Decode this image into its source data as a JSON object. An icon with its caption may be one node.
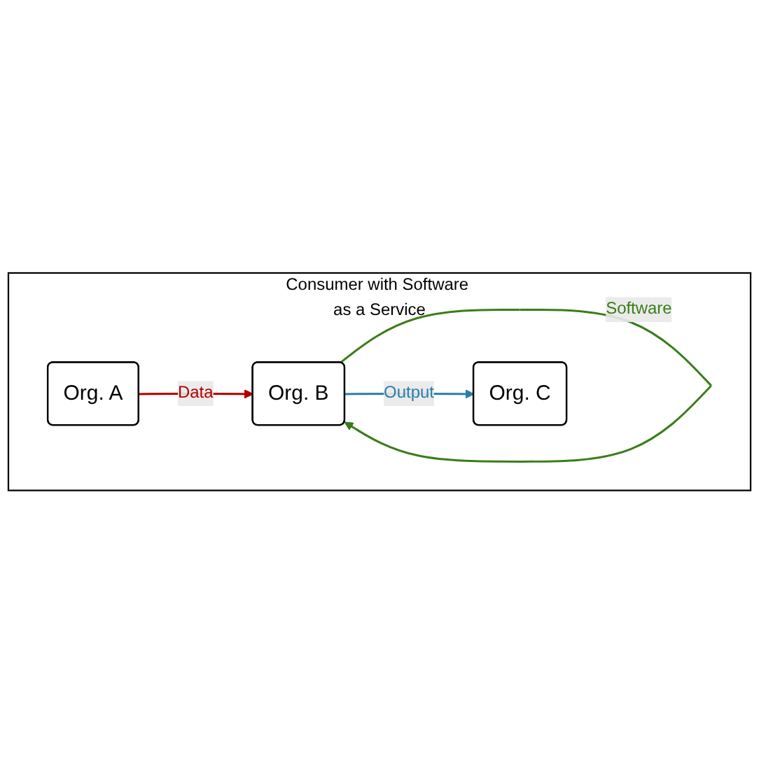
{
  "diagram": {
    "nodes": [
      {
        "text": [
          "Consumer with Software as a Service"
        ]
      },
      {
        "text": [
          "Org. B"
        ],
        "in": 0
      },
      {
        "text": [
          "Org. A"
        ],
        "in": 0
      },
      {
        "text": [
          "Org. C"
        ],
        "in": 0
      }
    ],
    "edges": [
      {
        "from": 1,
        "to": 1,
        "arrow": "to",
        "label": "Software",
        "color": "#3a7d1a"
      },
      {
        "from": 2,
        "to": 1,
        "arrow": "to",
        "label": "Data",
        "color": "#b20000"
      },
      {
        "from": 1,
        "to": 3,
        "arrow": "to",
        "label": "Output",
        "color": "#2a7fa8"
      }
    ]
  }
}
